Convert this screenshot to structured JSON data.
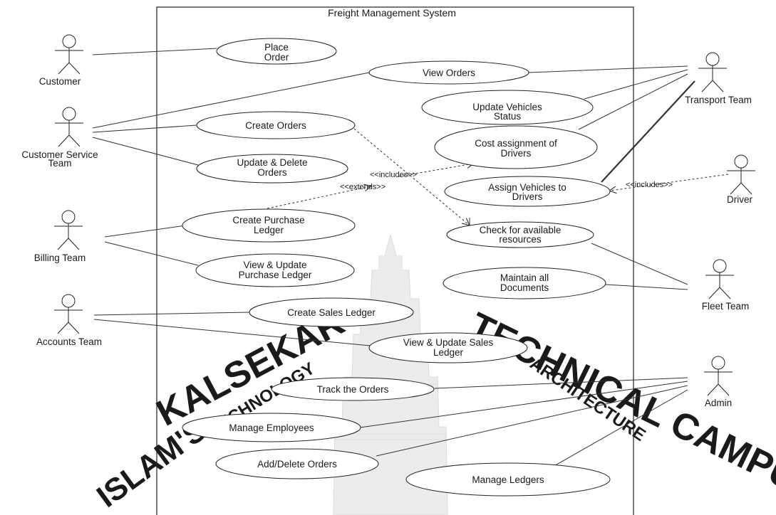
{
  "system": {
    "title": "Freight Management System"
  },
  "watermark": {
    "text_left": "KALSEKAR",
    "text_right": "TECHNICAL CAMPUS",
    "text_small_left": "TECHNOLOGY",
    "text_small_right": "ARCHITECTURE",
    "text_bottom_left": "ISLAM'S"
  },
  "actors": {
    "customer": "Customer",
    "customer_service": [
      "Customer Service",
      "Team"
    ],
    "billing": "Billing Team",
    "accounts": "Accounts Team",
    "transport": "Transport Team",
    "driver": "Driver",
    "fleet": "Fleet Team",
    "admin": "Admin"
  },
  "use_cases": {
    "place_order": [
      "Place",
      "Order"
    ],
    "view_orders": [
      "View Orders"
    ],
    "update_vehicles_status": [
      "Update Vehicles",
      "Status"
    ],
    "create_orders": [
      "Create Orders"
    ],
    "cost_assignment": [
      "Cost assignment of",
      "Drivers"
    ],
    "update_delete_orders": [
      "Update & Delete",
      "Orders"
    ],
    "assign_vehicles": [
      "Assign Vehicles to",
      "Drivers"
    ],
    "create_purchase_ledger": [
      "Create Purchase",
      "Ledger"
    ],
    "check_resources": [
      "Check for available",
      "resources"
    ],
    "view_update_purchase": [
      "View & Update",
      "Purchase Ledger"
    ],
    "maintain_documents": [
      "Maintain all",
      "Documents"
    ],
    "create_sales_ledger": [
      "Create Sales Ledger"
    ],
    "view_update_sales": [
      "View & Update Sales",
      "Ledger"
    ],
    "track_orders": [
      "Track the Orders"
    ],
    "manage_employees": [
      "Manage Employees"
    ],
    "add_delete_orders": [
      "Add/Delete Orders"
    ],
    "manage_ledgers": [
      "Manage Ledgers"
    ]
  },
  "relations": {
    "includes_cost": "<<includes>>",
    "extends": "<<extends>>",
    "includes_driver": "<<includes>>"
  }
}
